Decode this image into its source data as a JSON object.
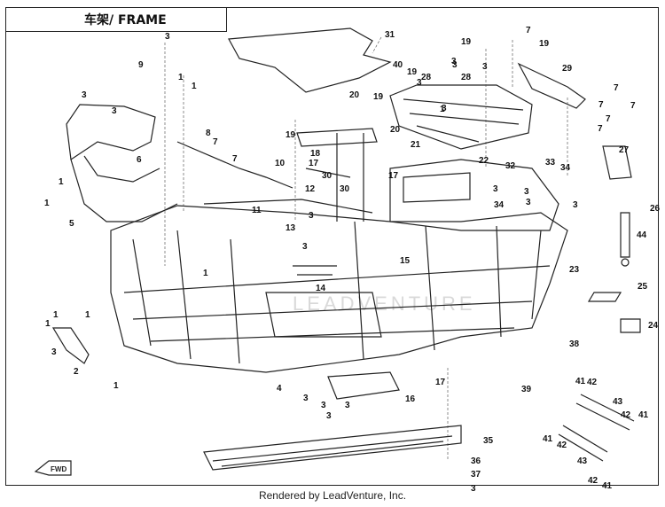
{
  "title": "车架/ FRAME",
  "footer": "Rendered by LeadVenture, Inc.",
  "watermark": "LEADVENTURE",
  "fwd_label": "FWD",
  "callouts": [
    {
      "t": "3"
    },
    {
      "t": "9"
    },
    {
      "t": "31"
    },
    {
      "t": "19"
    },
    {
      "t": "7"
    },
    {
      "t": "19"
    },
    {
      "t": "40"
    },
    {
      "t": "3"
    },
    {
      "t": "19"
    },
    {
      "t": "28"
    },
    {
      "t": "3"
    },
    {
      "t": "28"
    },
    {
      "t": "29"
    },
    {
      "t": "3"
    },
    {
      "t": "7"
    },
    {
      "t": "7"
    },
    {
      "t": "1"
    },
    {
      "t": "1"
    },
    {
      "t": "3"
    },
    {
      "t": "3"
    },
    {
      "t": "8"
    },
    {
      "t": "1"
    },
    {
      "t": "7"
    },
    {
      "t": "7"
    },
    {
      "t": "6"
    },
    {
      "t": "1"
    },
    {
      "t": "5"
    },
    {
      "t": "10"
    },
    {
      "t": "20"
    },
    {
      "t": "19"
    },
    {
      "t": "20"
    },
    {
      "t": "19"
    },
    {
      "t": "18"
    },
    {
      "t": "17"
    },
    {
      "t": "12"
    },
    {
      "t": "30"
    },
    {
      "t": "30"
    },
    {
      "t": "17"
    },
    {
      "t": "21"
    },
    {
      "t": "22"
    },
    {
      "t": "32"
    },
    {
      "t": "33"
    },
    {
      "t": "34"
    },
    {
      "t": "34"
    },
    {
      "t": "27"
    },
    {
      "t": "26"
    },
    {
      "t": "11"
    },
    {
      "t": "13"
    },
    {
      "t": "14"
    },
    {
      "t": "15"
    },
    {
      "t": "23"
    },
    {
      "t": "44"
    },
    {
      "t": "25"
    },
    {
      "t": "24"
    },
    {
      "t": "1"
    },
    {
      "t": "1"
    },
    {
      "t": "2"
    },
    {
      "t": "3"
    },
    {
      "t": "1"
    },
    {
      "t": "4"
    },
    {
      "t": "16"
    },
    {
      "t": "17"
    },
    {
      "t": "38"
    },
    {
      "t": "39"
    },
    {
      "t": "41"
    },
    {
      "t": "42"
    },
    {
      "t": "43"
    },
    {
      "t": "42"
    },
    {
      "t": "41"
    },
    {
      "t": "35"
    },
    {
      "t": "36"
    },
    {
      "t": "37"
    },
    {
      "t": "3"
    },
    {
      "t": "3"
    },
    {
      "t": "3"
    },
    {
      "t": "41"
    },
    {
      "t": "42"
    },
    {
      "t": "43"
    },
    {
      "t": "42"
    },
    {
      "t": "41"
    },
    {
      "t": "3"
    },
    {
      "t": "3"
    },
    {
      "t": "3"
    },
    {
      "t": "3"
    },
    {
      "t": "3"
    },
    {
      "t": "1"
    },
    {
      "t": "3"
    },
    {
      "t": "3"
    },
    {
      "t": "3"
    },
    {
      "t": "3"
    },
    {
      "t": "1"
    },
    {
      "t": "7"
    },
    {
      "t": "7"
    },
    {
      "t": "7"
    },
    {
      "t": "3"
    },
    {
      "t": "1"
    }
  ]
}
